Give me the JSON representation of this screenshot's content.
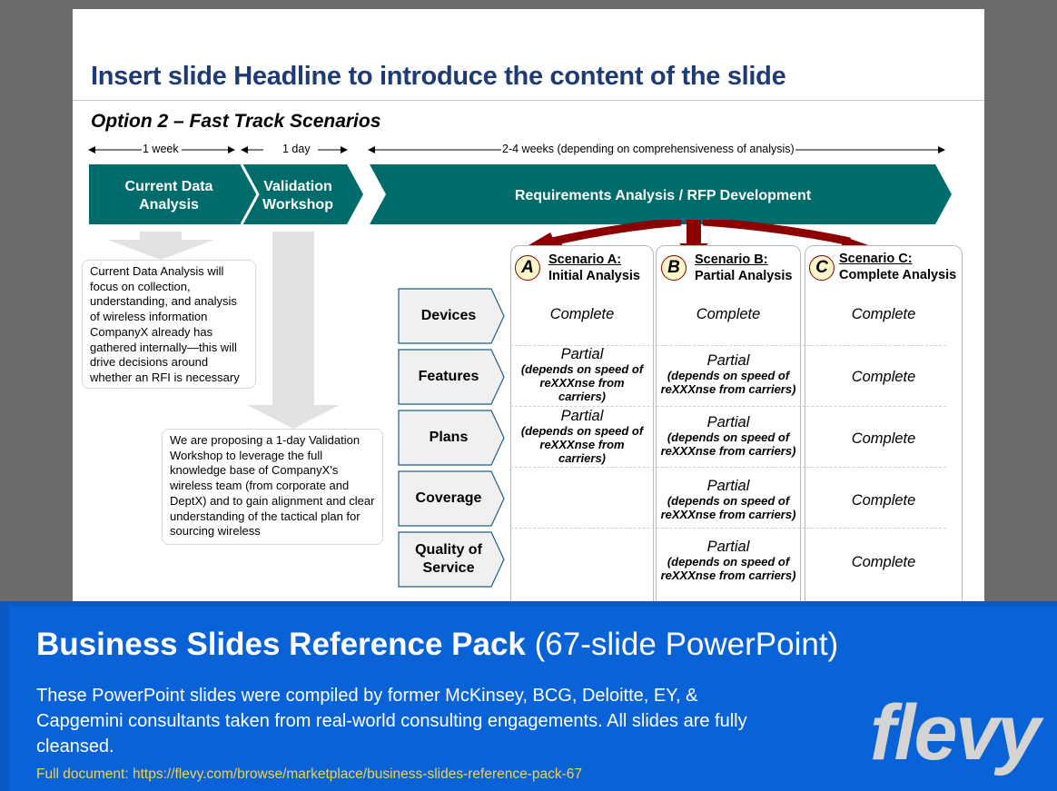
{
  "slide": {
    "headline": "Insert slide Headline to introduce the content of the slide",
    "subtitle": "Option 2 – Fast Track Scenarios",
    "durations": {
      "phase1": "1 week",
      "phase2": "1 day",
      "phase3": "2-4 weeks (depending on comprehensiveness of analysis)"
    },
    "phases": [
      {
        "line1": "Current Data",
        "line2": "Analysis"
      },
      {
        "line1": "Validation",
        "line2": "Workshop"
      },
      {
        "line1": "Requirements Analysis / RFP Development"
      }
    ],
    "notes": [
      "Current Data Analysis will focus on collection, understanding, and analysis of wireless information CompanyX already has gathered internally—this will drive decisions around whether an RFI is necessary",
      "We are proposing a 1-day Validation Workshop to leverage the full knowledge base of CompanyX's wireless team (from corporate and DeptX) and to gain alignment and clear understanding of the tactical plan for sourcing wireless"
    ],
    "rows": [
      {
        "line1": "Devices"
      },
      {
        "line1": "Features"
      },
      {
        "line1": "Plans"
      },
      {
        "line1": "Coverage"
      },
      {
        "line1": "Quality of",
        "line2": "Service"
      }
    ],
    "scenarios": [
      {
        "letter": "A",
        "title": "Scenario A:",
        "subtitle": "Initial Analysis"
      },
      {
        "letter": "B",
        "title": "Scenario B:",
        "subtitle": "Partial Analysis"
      },
      {
        "letter": "C",
        "title": "Scenario C:",
        "subtitle": "Complete Analysis"
      }
    ],
    "cells": {
      "complete": "Complete",
      "partial": "Partial",
      "depends_a1": "(depends on speed of",
      "depends_a2": "reXXXnse from",
      "depends_a3": "carriers)",
      "depends_b1": "(depends on speed of",
      "depends_b2": "reXXXnse from carriers)"
    },
    "colors": {
      "teal": "#006b6b",
      "headline": "#1f3b73",
      "arrow": "#8b0000"
    }
  },
  "banner": {
    "title_bold": "Business Slides Reference Pack",
    "title_rest": " (67-slide PowerPoint)",
    "description": "These PowerPoint slides were compiled by former McKinsey, BCG, Deloitte, EY, & Capgemini consultants taken from real-world consulting engagements. All slides are fully cleansed.",
    "link": "Full document: https://flevy.com/browse/marketplace/business-slides-reference-pack-67",
    "logo": "flevy"
  }
}
